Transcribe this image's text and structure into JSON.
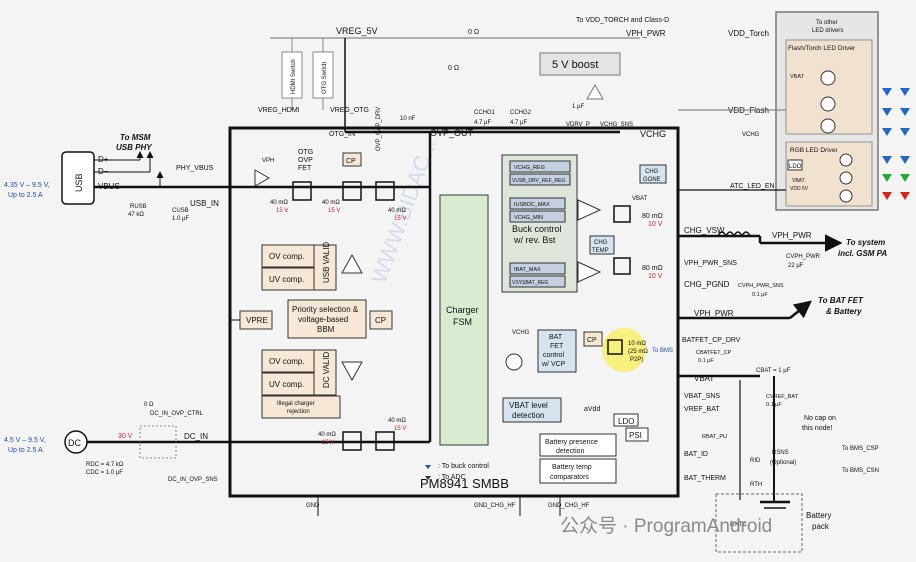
{
  "diagram": {
    "title": "PM8941 SMBB",
    "usb": {
      "connector": "USB",
      "dplus": "D+",
      "dminus": "D−",
      "vbus": "VBUS",
      "spec": "4.35 V – 9.5 V,",
      "current": "Up to 2.5 A",
      "to_msm": "To MSM",
      "usb_phy": "USB PHY",
      "phy_vbus": "PHY_VBUS",
      "usb_in": "USB_IN",
      "rusb": "RUSB",
      "rusb_val": "47 kΩ",
      "cusb": "CUSB",
      "cusb_val": "1.0 µF"
    },
    "dc": {
      "connector": "DC",
      "spec": "4.5 V – 9.5 V,",
      "current": "Up to 2.5 A",
      "dc_in": "DC_IN",
      "ctrl": "DC_IN_OVP_CTRL",
      "sns": "DC_IN_OVP_SNS",
      "rdc": "RDC = 4.7 kΩ",
      "cdc": "CDC = 1.0 µF",
      "v30": "30 V",
      "ohm": "0 Ω"
    },
    "top": {
      "vreg_5v": "VREG_5V",
      "vreg_hdmi": "VREG_HDMI",
      "vreg_otg": "VREG_OTG",
      "hdmi_switch": "HDMI Switch",
      "otg_switch": "OTG Switch",
      "otg_in": "OTG_IN",
      "ovp_cap_drv": "OVP_CAP_DRV",
      "ovp_out": "OVP_OUT",
      "c10nf": "10 nF",
      "cchg1": "CCHG1",
      "cchg2": "CCHG2",
      "c47a": "4.7 µF",
      "c47b": "4.7 µF",
      "vdrv_p": "VDRV_P",
      "c1uf": "1 µF",
      "vchg_sns": "VCHG_SNS",
      "vchg": "VCHG",
      "to_vdd_torch": "To VDD_TORCH and Class-D",
      "vph_pwr": "VPH_PWR",
      "boost": "5 V boost",
      "r0a": "0 Ω",
      "r0b": "0 Ω"
    },
    "blocks": {
      "ov_comp": "OV comp.",
      "uv_comp": "UV comp.",
      "usb_valid": "USB VALID",
      "dc_valid": "DC VALID",
      "priority1": "Priority selection &",
      "priority2": "voltage-based",
      "priority3": "BBM",
      "vpre": "VPRE",
      "cp": "CP",
      "illegal1": "Illegal charger",
      "illegal2": "rejection",
      "fsm1": "Charger",
      "fsm2": "FSM",
      "buck1": "Buck control",
      "buck2": "w/ rev. Bst",
      "vchg_reg": "VCHG_REG",
      "vusb_drv": "VUSB_DRV_REF_REG",
      "iusbdc_max": "IUSBDC_MAX",
      "vchg_min": "VCHG_MIN",
      "ibat_max": "IBAT_MAX",
      "vsysbat": "VSYSBAT_REG",
      "chg_gone1": "CHG",
      "chg_gone2": "GONE",
      "chg_temp1": "CHG",
      "chg_temp2": "TEMP",
      "batfet1": "BAT",
      "batfet2": "FET",
      "batfet3": "control",
      "batfet4": "w/ VCP",
      "vbat_det1": "VBAT level",
      "vbat_det2": "detection",
      "bat_pres1": "Battery presence",
      "bat_pres2": "detection",
      "bat_temp1": "Battery temp",
      "bat_temp2": "comparators",
      "ldo": "LDO",
      "psi": "PSI",
      "avdd": "aVdd",
      "cp2": "CP"
    },
    "fets": {
      "otg_ovp": "OTG",
      "otg_ovp2": "OVP",
      "otg_ovp3": "FET",
      "vph_small": "VPH",
      "m40a": "40 mΩ",
      "m40b": "40 mΩ",
      "m40c": "40 mΩ",
      "m40d": "40 mΩ",
      "m40e": "40 mΩ",
      "v15a": "15 V",
      "v15b": "15 V",
      "v15c": "15 V",
      "v15d": "15 V",
      "v15e": "15 V",
      "m80a": "80 mΩ",
      "m80b": "80 mΩ",
      "v10a": "10 V",
      "v10b": "10 V",
      "m10": "10 mΩ",
      "m25": "(25 mΩ",
      "p2p": "P2P)",
      "to_bms": "To BMS"
    },
    "right": {
      "chg_vsw": "CHG_VSW",
      "vph_pwr": "VPH_PWR",
      "vph_pwr_sns": "VPH_PWR_SNS",
      "chg_pgnd": "CHG_PGND",
      "cvph": "CVPH_PWR",
      "cvph_val": "22 µF",
      "cvpp": "CVPH_PWR_SNS",
      "cvpp_val": "0.1 µF",
      "to_system": "To system",
      "gsm": "incl. GSM PA",
      "to_batfet": "To BAT FET",
      "battery_lbl": "& Battery",
      "vph_pwr2": "VPH_PWR",
      "batfet_cp_drv": "BATFET_CP_DRV",
      "cbatfet": "CBATFET_CP",
      "cbatfet_val": "0.1 µF",
      "vbat": "VBAT",
      "cbat": "CBAT = 1 µF",
      "vbat_sns": "VBAT_SNS",
      "vref_bat": "VREF_BAT",
      "cvref": "CVREF_BAT",
      "cvref_val": "0.1 µF",
      "no_cap1": "No cap on",
      "no_cap2": "this node!",
      "rbat_pu": "RBAT_PU",
      "bat_id": "BAT_ID",
      "rsns": "RSNS",
      "optional": "(Optional)",
      "to_bms_csp": "To BMS_CSP",
      "to_bms_csn": "To BMS_CSN",
      "rid": "RID",
      "bat_therm": "BAT_THERM",
      "rth": "RTH",
      "battery_pack1": "Battery",
      "battery_pack2": "pack",
      "rntc": "RNTC",
      "atc_led_en": "ATC_LED_EN",
      "vbat_small": "VBAT",
      "vchg_small": "VCHG",
      "vchg_b": "VCHG"
    },
    "led": {
      "vdd_torch": "VDD_Torch",
      "vdd_flash": "VDD_Flash",
      "vchg": "VCHG",
      "to_other1": "To other",
      "to_other2": "LED drivers",
      "flash_driver": "Flash/Torch LED Driver",
      "vbat": "VBAT",
      "rgb_driver": "RGB LED Driver",
      "ldo": "LDO",
      "vbat2": "VBAT",
      "vdd_5v": "VDD 5V"
    },
    "bottom": {
      "gnd": "GND",
      "gnd_chg_hf": "GND_CHG_HF",
      "gnd_chg_hf2": "GND_CHG_HF"
    },
    "legend": {
      "buck": ": To buck control",
      "adc": ": To ADC"
    },
    "watermark": {
      "brand": "公众号 · ProgramAndroid",
      "vertical": "WWW.BIDAC..."
    },
    "colors": {
      "blue": "#1f4fa0",
      "red": "#c0262d",
      "yellow": "#f7ef6a",
      "block": "#f6e8d5",
      "fsm": "#d8ecd2",
      "buck": "#dde6d8",
      "det": "#d6e4ef",
      "led_blue": "#2266cc",
      "led_green": "#22aa33",
      "led_red": "#dd2222"
    }
  }
}
